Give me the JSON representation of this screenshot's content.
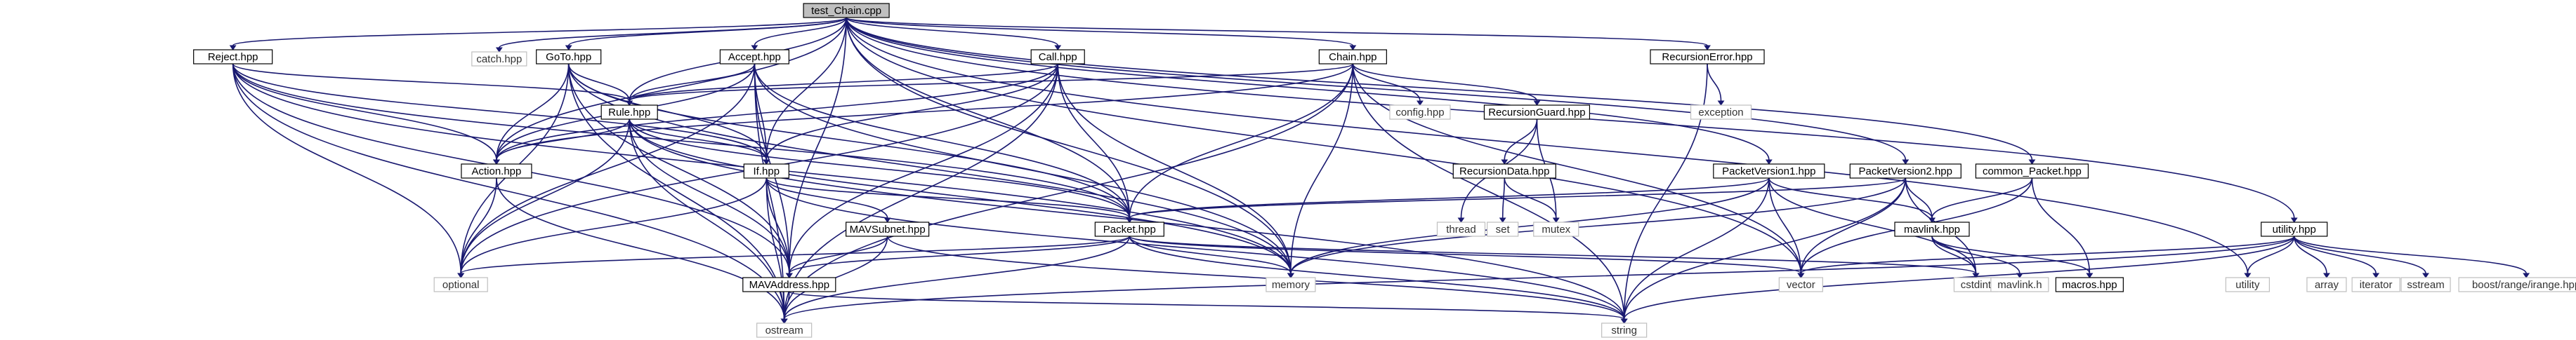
{
  "graph": {
    "colors": {
      "edge": "#191970",
      "node_border": "#000000",
      "system_border": "#bfbfbf",
      "root_fill": "#bfbfbf",
      "node_fill": "#ffffff",
      "text": "#000000",
      "system_text": "#333333"
    },
    "nodes": [
      {
        "id": "test_chain",
        "label": "test_Chain.cpp",
        "kind": "root"
      },
      {
        "id": "reject",
        "label": "Reject.hpp",
        "kind": "project"
      },
      {
        "id": "catch",
        "label": "catch.hpp",
        "kind": "system"
      },
      {
        "id": "goto",
        "label": "GoTo.hpp",
        "kind": "project"
      },
      {
        "id": "accept",
        "label": "Accept.hpp",
        "kind": "project"
      },
      {
        "id": "call",
        "label": "Call.hpp",
        "kind": "project"
      },
      {
        "id": "chain",
        "label": "Chain.hpp",
        "kind": "project"
      },
      {
        "id": "recursionerror",
        "label": "RecursionError.hpp",
        "kind": "project"
      },
      {
        "id": "rule",
        "label": "Rule.hpp",
        "kind": "project"
      },
      {
        "id": "config",
        "label": "config.hpp",
        "kind": "system"
      },
      {
        "id": "recursionguard",
        "label": "RecursionGuard.hpp",
        "kind": "project"
      },
      {
        "id": "exception",
        "label": "exception",
        "kind": "system"
      },
      {
        "id": "action",
        "label": "Action.hpp",
        "kind": "project"
      },
      {
        "id": "if",
        "label": "If.hpp",
        "kind": "project"
      },
      {
        "id": "recursiondata",
        "label": "RecursionData.hpp",
        "kind": "project"
      },
      {
        "id": "packetversion1",
        "label": "PacketVersion1.hpp",
        "kind": "project"
      },
      {
        "id": "packetversion2",
        "label": "PacketVersion2.hpp",
        "kind": "project"
      },
      {
        "id": "common_packet",
        "label": "common_Packet.hpp",
        "kind": "project"
      },
      {
        "id": "utility_hpp",
        "label": "utility.hpp",
        "kind": "project"
      },
      {
        "id": "mavsubnet",
        "label": "MAVSubnet.hpp",
        "kind": "project"
      },
      {
        "id": "packet",
        "label": "Packet.hpp",
        "kind": "project"
      },
      {
        "id": "thread",
        "label": "thread",
        "kind": "system"
      },
      {
        "id": "set",
        "label": "set",
        "kind": "system"
      },
      {
        "id": "mutex",
        "label": "mutex",
        "kind": "system"
      },
      {
        "id": "mavlink_hpp",
        "label": "mavlink.hpp",
        "kind": "project"
      },
      {
        "id": "optional",
        "label": "optional",
        "kind": "system"
      },
      {
        "id": "mavaddress",
        "label": "MAVAddress.hpp",
        "kind": "project"
      },
      {
        "id": "memory",
        "label": "memory",
        "kind": "system"
      },
      {
        "id": "vector",
        "label": "vector",
        "kind": "system"
      },
      {
        "id": "cstdint",
        "label": "cstdint",
        "kind": "system"
      },
      {
        "id": "mavlink_h",
        "label": "mavlink.h",
        "kind": "system"
      },
      {
        "id": "macros",
        "label": "macros.hpp",
        "kind": "project"
      },
      {
        "id": "utility",
        "label": "utility",
        "kind": "system"
      },
      {
        "id": "array",
        "label": "array",
        "kind": "system"
      },
      {
        "id": "iterator",
        "label": "iterator",
        "kind": "system"
      },
      {
        "id": "sstream",
        "label": "sstream",
        "kind": "system"
      },
      {
        "id": "boost_range",
        "label": "boost/range/irange.hpp",
        "kind": "system"
      },
      {
        "id": "ostream",
        "label": "ostream",
        "kind": "system"
      },
      {
        "id": "string",
        "label": "string",
        "kind": "system"
      }
    ],
    "edges": [
      [
        "test_chain",
        "reject"
      ],
      [
        "test_chain",
        "catch"
      ],
      [
        "test_chain",
        "goto"
      ],
      [
        "test_chain",
        "accept"
      ],
      [
        "test_chain",
        "call"
      ],
      [
        "test_chain",
        "chain"
      ],
      [
        "test_chain",
        "recursionerror"
      ],
      [
        "test_chain",
        "packetversion1"
      ],
      [
        "test_chain",
        "packetversion2"
      ],
      [
        "test_chain",
        "common_packet"
      ],
      [
        "test_chain",
        "utility_hpp"
      ],
      [
        "test_chain",
        "action"
      ],
      [
        "test_chain",
        "if"
      ],
      [
        "test_chain",
        "packet"
      ],
      [
        "test_chain",
        "mavaddress"
      ],
      [
        "test_chain",
        "memory"
      ],
      [
        "test_chain",
        "vector"
      ],
      [
        "test_chain",
        "utility"
      ],
      [
        "test_chain",
        "rule"
      ],
      [
        "reject",
        "rule"
      ],
      [
        "reject",
        "action"
      ],
      [
        "reject",
        "if"
      ],
      [
        "reject",
        "packet"
      ],
      [
        "reject",
        "mavaddress"
      ],
      [
        "reject",
        "optional"
      ],
      [
        "reject",
        "memory"
      ],
      [
        "reject",
        "ostream"
      ],
      [
        "goto",
        "rule"
      ],
      [
        "goto",
        "action"
      ],
      [
        "goto",
        "if"
      ],
      [
        "goto",
        "packet"
      ],
      [
        "goto",
        "mavaddress"
      ],
      [
        "goto",
        "optional"
      ],
      [
        "goto",
        "memory"
      ],
      [
        "goto",
        "ostream"
      ],
      [
        "accept",
        "rule"
      ],
      [
        "accept",
        "action"
      ],
      [
        "accept",
        "if"
      ],
      [
        "accept",
        "packet"
      ],
      [
        "accept",
        "mavaddress"
      ],
      [
        "accept",
        "optional"
      ],
      [
        "accept",
        "memory"
      ],
      [
        "accept",
        "ostream"
      ],
      [
        "call",
        "rule"
      ],
      [
        "call",
        "action"
      ],
      [
        "call",
        "if"
      ],
      [
        "call",
        "packet"
      ],
      [
        "call",
        "mavaddress"
      ],
      [
        "call",
        "optional"
      ],
      [
        "call",
        "memory"
      ],
      [
        "call",
        "ostream"
      ],
      [
        "chain",
        "rule"
      ],
      [
        "chain",
        "config"
      ],
      [
        "chain",
        "recursionguard"
      ],
      [
        "chain",
        "action"
      ],
      [
        "chain",
        "packet"
      ],
      [
        "chain",
        "memory"
      ],
      [
        "chain",
        "vector"
      ],
      [
        "chain",
        "string"
      ],
      [
        "chain",
        "ostream"
      ],
      [
        "recursionerror",
        "exception"
      ],
      [
        "recursionerror",
        "string"
      ],
      [
        "rule",
        "action"
      ],
      [
        "rule",
        "if"
      ],
      [
        "rule",
        "packet"
      ],
      [
        "rule",
        "mavaddress"
      ],
      [
        "rule",
        "optional"
      ],
      [
        "rule",
        "memory"
      ],
      [
        "rule",
        "ostream"
      ],
      [
        "rule",
        "string"
      ],
      [
        "recursionguard",
        "recursiondata"
      ],
      [
        "recursionguard",
        "thread"
      ],
      [
        "recursionguard",
        "mutex"
      ],
      [
        "recursiondata",
        "set"
      ],
      [
        "recursiondata",
        "mutex"
      ],
      [
        "action",
        "optional"
      ],
      [
        "action",
        "ostream"
      ],
      [
        "if",
        "mavsubnet"
      ],
      [
        "if",
        "packet"
      ],
      [
        "if",
        "mavaddress"
      ],
      [
        "if",
        "optional"
      ],
      [
        "if",
        "ostream"
      ],
      [
        "if",
        "string"
      ],
      [
        "mavsubnet",
        "mavaddress"
      ],
      [
        "mavsubnet",
        "ostream"
      ],
      [
        "mavsubnet",
        "string"
      ],
      [
        "packetversion1",
        "packet"
      ],
      [
        "packetversion1",
        "mavlink_hpp"
      ],
      [
        "packetversion1",
        "memory"
      ],
      [
        "packetversion1",
        "vector"
      ],
      [
        "packetversion1",
        "cstdint"
      ],
      [
        "packetversion1",
        "string"
      ],
      [
        "packetversion2",
        "packet"
      ],
      [
        "packetversion2",
        "mavlink_hpp"
      ],
      [
        "packetversion2",
        "memory"
      ],
      [
        "packetversion2",
        "vector"
      ],
      [
        "packetversion2",
        "cstdint"
      ],
      [
        "packetversion2",
        "string"
      ],
      [
        "common_packet",
        "mavlink_hpp"
      ],
      [
        "common_packet",
        "vector"
      ],
      [
        "common_packet",
        "macros"
      ],
      [
        "packet",
        "mavaddress"
      ],
      [
        "packet",
        "optional"
      ],
      [
        "packet",
        "memory"
      ],
      [
        "packet",
        "vector"
      ],
      [
        "packet",
        "cstdint"
      ],
      [
        "packet",
        "ostream"
      ],
      [
        "packet",
        "string"
      ],
      [
        "mavaddress",
        "ostream"
      ],
      [
        "mavaddress",
        "string"
      ],
      [
        "mavlink_hpp",
        "cstdint"
      ],
      [
        "mavlink_hpp",
        "mavlink_h"
      ],
      [
        "mavlink_hpp",
        "macros"
      ],
      [
        "utility_hpp",
        "vector"
      ],
      [
        "utility_hpp",
        "utility"
      ],
      [
        "utility_hpp",
        "array"
      ],
      [
        "utility_hpp",
        "iterator"
      ],
      [
        "utility_hpp",
        "sstream"
      ],
      [
        "utility_hpp",
        "boost_range"
      ],
      [
        "utility_hpp",
        "ostream"
      ],
      [
        "utility_hpp",
        "string"
      ]
    ]
  }
}
